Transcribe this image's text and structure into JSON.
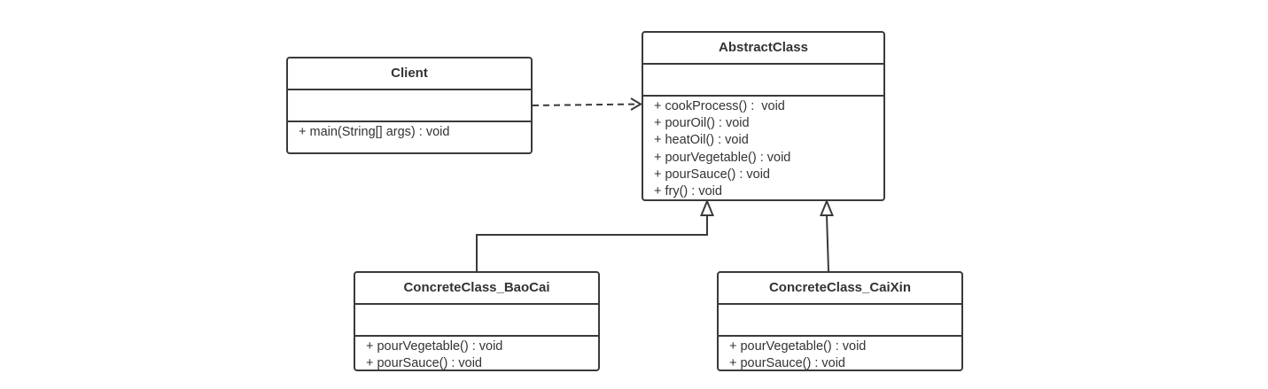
{
  "classes": {
    "client": {
      "name": "Client",
      "operations": [
        "+ main(String[] args) : void"
      ]
    },
    "abstract": {
      "name": "AbstractClass",
      "operations": [
        "+ cookProcess() :  void",
        "+ pourOil() : void",
        "+ heatOil() : void",
        "+ pourVegetable() : void",
        "+ pourSauce() : void",
        "+ fry() : void"
      ]
    },
    "baocai": {
      "name": "ConcreteClass_BaoCai",
      "operations": [
        "+ pourVegetable() : void",
        "+ pourSauce() : void"
      ]
    },
    "caixin": {
      "name": "ConcreteClass_CaiXin",
      "operations": [
        "+ pourVegetable() : void",
        "+ pourSauce() : void"
      ]
    }
  },
  "relationships": [
    {
      "from": "Client",
      "to": "AbstractClass",
      "type": "dependency"
    },
    {
      "from": "ConcreteClass_BaoCai",
      "to": "AbstractClass",
      "type": "generalization"
    },
    {
      "from": "ConcreteClass_CaiXin",
      "to": "AbstractClass",
      "type": "generalization"
    }
  ],
  "colors": {
    "stroke": "#3a3a3a",
    "text": "#333333",
    "background": "#ffffff"
  }
}
